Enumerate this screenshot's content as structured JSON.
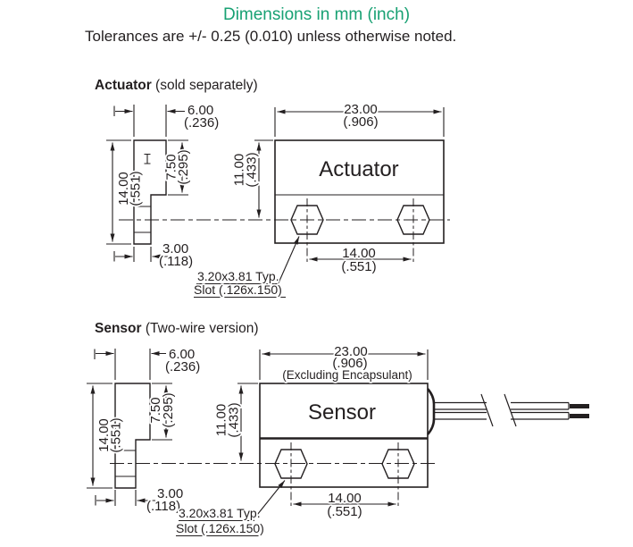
{
  "title": "Dimensions in mm (inch)",
  "subtitle": "Tolerances are +/- 0.25 (0.010) unless otherwise noted.",
  "colors": {
    "accent": "#18a173",
    "ink": "#231f20"
  },
  "actuator": {
    "heading": "Actuator",
    "heading_note": "(sold separately)",
    "label": "Actuator",
    "dims": {
      "top_width_mm": "6.00",
      "top_width_in": "(.236)",
      "height_mm": "14.00",
      "height_in": "(.551)",
      "flange_mm": "7.50",
      "flange_in": "(.295)",
      "body_h_mm": "11.00",
      "body_h_in": "(.433)",
      "body_w_mm": "23.00",
      "body_w_in": "(.906)",
      "stem_mm": "3.00",
      "stem_in": "(.118)",
      "slots_mm": "14.00",
      "slots_in": "(.551)",
      "slot_note1": "3.20x3.81 Typ.",
      "slot_note2": "Slot (.126x.150)"
    }
  },
  "sensor": {
    "heading": "Sensor",
    "heading_note": "(Two-wire version)",
    "label": "Sensor",
    "dims": {
      "top_width_mm": "6.00",
      "top_width_in": "(.236)",
      "height_mm": "14.00",
      "height_in": "(.551)",
      "flange_mm": "7.50",
      "flange_in": "(.295)",
      "body_h_mm": "11.00",
      "body_h_in": "(.433)",
      "body_w_mm": "23.00",
      "body_w_in": "(.906)",
      "body_w_note": "(Excluding Encapsulant)",
      "stem_mm": "3.00",
      "stem_in": "(.118)",
      "slots_mm": "14.00",
      "slots_in": "(.551)",
      "slot_note1": "3.20x3.81 Typ.",
      "slot_note2": "Slot (.126x.150)"
    }
  }
}
